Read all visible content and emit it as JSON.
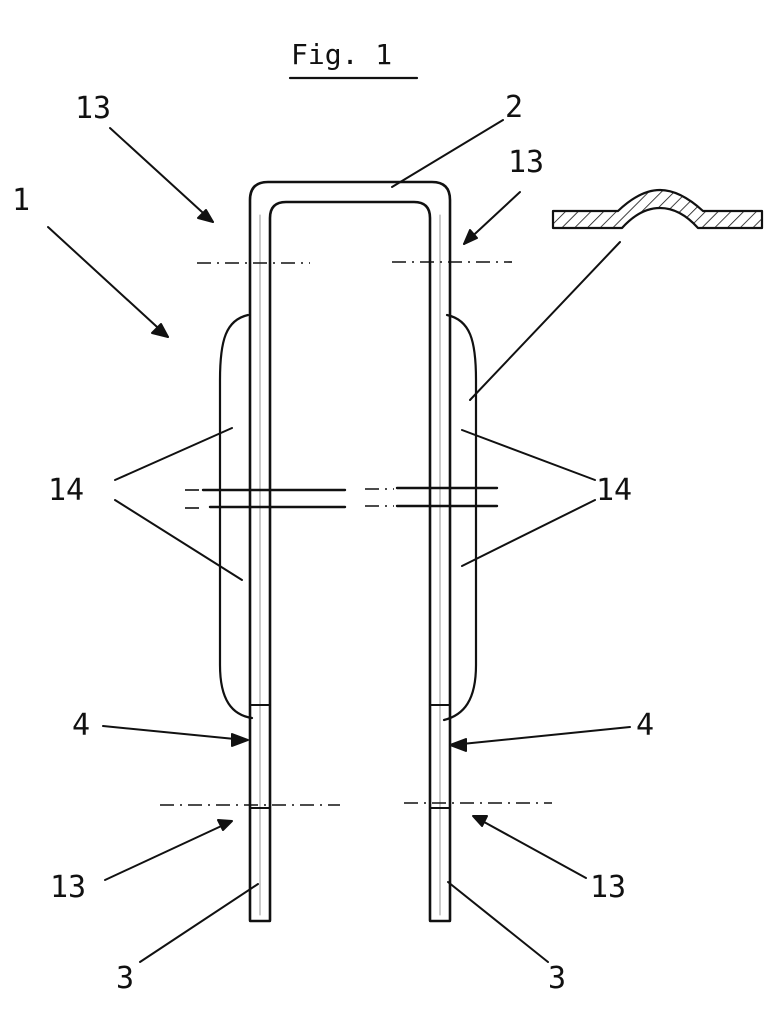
{
  "figure": {
    "title": "Fig. 1",
    "labels": {
      "assembly": "1",
      "bend": "2",
      "leg_ends_left": "3",
      "leg_ends_right": "3",
      "marker_left": "4",
      "marker_right": "4",
      "axis_top_left": "13",
      "axis_top_right": "13",
      "axis_bottom_left": "13",
      "axis_bottom_right": "13",
      "sleeve_left": "14",
      "sleeve_right": "14"
    }
  },
  "colors": {
    "ink": "#111111",
    "paper": "#ffffff",
    "hatch": "#111111"
  }
}
